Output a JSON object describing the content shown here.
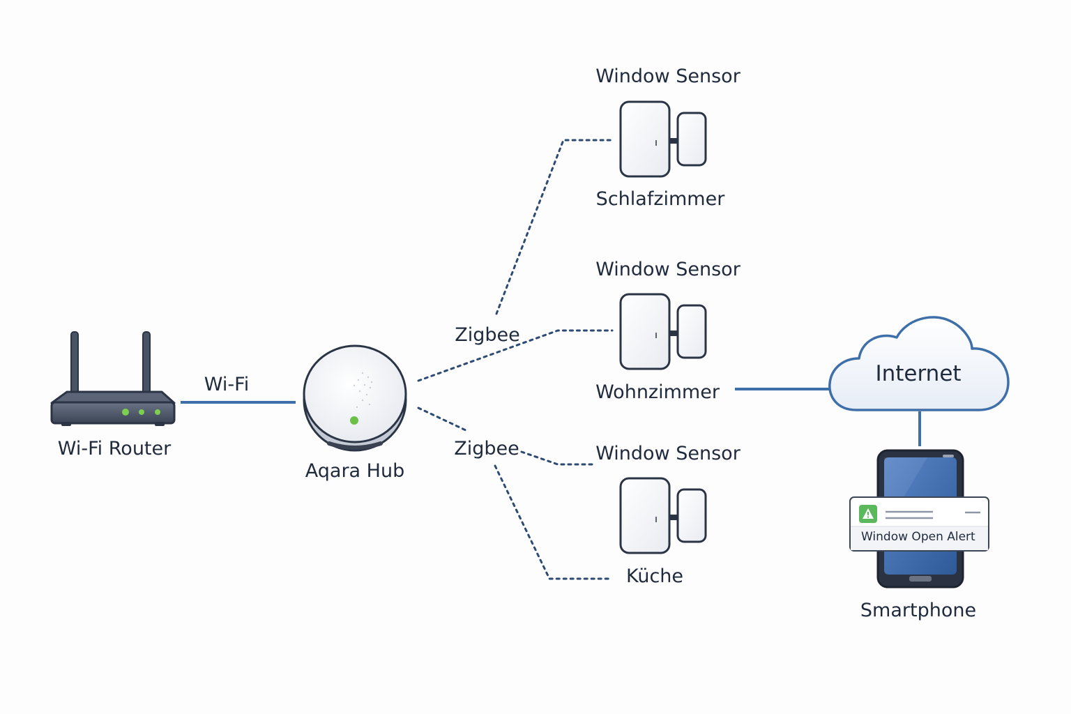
{
  "nodes": {
    "router": {
      "label": "Wi-Fi Router"
    },
    "hub": {
      "label": "Aqara Hub"
    },
    "cloud": {
      "label": "Internet"
    },
    "phone": {
      "label": "Smartphone",
      "notification": "Window Open Alert"
    },
    "sensors": [
      {
        "title": "Window Sensor",
        "room": "Schlafzimmer"
      },
      {
        "title": "Window Sensor",
        "room": "Wohnzimmer"
      },
      {
        "title": "Window Sensor",
        "room": "Küche"
      }
    ]
  },
  "connections": {
    "wifi": "Wi-Fi",
    "zigbee_upper": "Zigbee",
    "zigbee_lower": "Zigbee"
  },
  "colors": {
    "line_solid": "#3f6fa8",
    "line_dotted": "#2c4a72",
    "device_outline": "#2a3445",
    "led_green": "#6cc04a",
    "phone_screen": "#3f6db0",
    "alert_icon": "#5cb85c"
  }
}
